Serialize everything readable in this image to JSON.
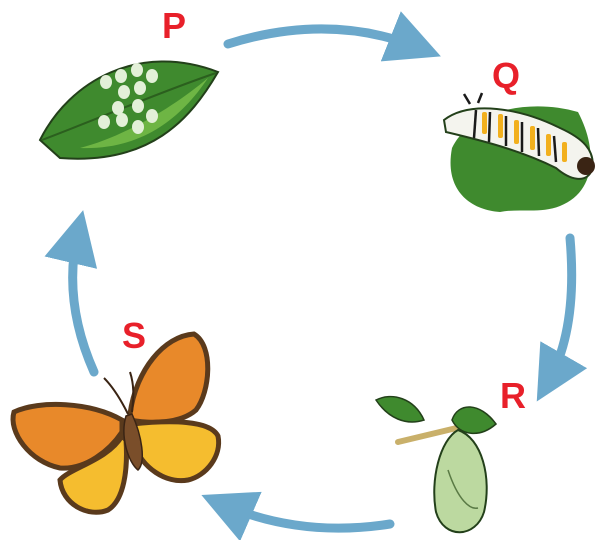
{
  "colors": {
    "arrow": "#6ba8cb",
    "label": "#e8202a",
    "leaf_dark": "#3f8a2e",
    "leaf_light": "#7bbf4a",
    "egg": "#e3f0d8",
    "caterpillar_body": "#f4f4ee",
    "caterpillar_stripe": "#f2b01e",
    "chrysalis": "#bcd9a0",
    "wing_orange": "#e8892a",
    "wing_yellow": "#f5bd2f",
    "wing_border": "#5a3a1c"
  },
  "stages": [
    {
      "label": "P",
      "depicts": "eggs-on-leaf"
    },
    {
      "label": "Q",
      "depicts": "caterpillar"
    },
    {
      "label": "R",
      "depicts": "chrysalis"
    },
    {
      "label": "S",
      "depicts": "butterfly"
    }
  ],
  "cycle": {
    "arrows": 4,
    "direction": "clockwise"
  }
}
